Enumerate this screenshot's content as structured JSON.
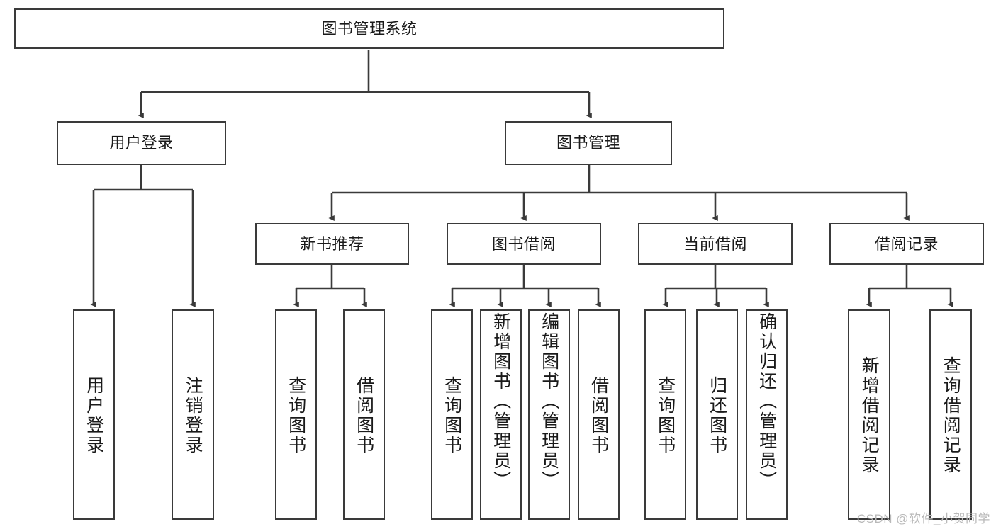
{
  "diagram": {
    "type": "tree-hierarchy",
    "root": {
      "id": "root",
      "label": "图书管理系统"
    },
    "level2": [
      {
        "id": "user-login",
        "label": "用户登录"
      },
      {
        "id": "book-management",
        "label": "图书管理"
      }
    ],
    "level3": [
      {
        "id": "new-book-recommend",
        "label": "新书推荐",
        "parent": "book-management"
      },
      {
        "id": "book-borrow",
        "label": "图书借阅",
        "parent": "book-management"
      },
      {
        "id": "current-borrow",
        "label": "当前借阅",
        "parent": "book-management"
      },
      {
        "id": "borrow-record",
        "label": "借阅记录",
        "parent": "book-management"
      }
    ],
    "leaves": [
      {
        "id": "leaf-user-login",
        "label": "用户登录",
        "parent": "user-login"
      },
      {
        "id": "leaf-logout-login",
        "label": "注销登录",
        "parent": "user-login"
      },
      {
        "id": "leaf-query-book-1",
        "label": "查询图书",
        "parent": "new-book-recommend"
      },
      {
        "id": "leaf-borrow-book-1",
        "label": "借阅图书",
        "parent": "new-book-recommend"
      },
      {
        "id": "leaf-query-book-2",
        "label": "查询图书",
        "parent": "book-borrow"
      },
      {
        "id": "leaf-add-book",
        "label": "新增图书（管理员）",
        "parent": "book-borrow"
      },
      {
        "id": "leaf-edit-book",
        "label": "编辑图书（管理员）",
        "parent": "book-borrow"
      },
      {
        "id": "leaf-borrow-book-2",
        "label": "借阅图书",
        "parent": "book-borrow"
      },
      {
        "id": "leaf-query-book-3",
        "label": "查询图书",
        "parent": "current-borrow"
      },
      {
        "id": "leaf-return-book",
        "label": "归还图书",
        "parent": "current-borrow"
      },
      {
        "id": "leaf-confirm-return",
        "label": "确认归还（管理员）",
        "parent": "current-borrow"
      },
      {
        "id": "leaf-add-record",
        "label": "新增借阅记录",
        "parent": "borrow-record"
      },
      {
        "id": "leaf-query-record",
        "label": "查询借阅记录",
        "parent": "borrow-record"
      }
    ],
    "watermark": "CSDN @软件_小贺同学",
    "colors": {
      "stroke": "#3a3a3a",
      "fill": "#ffffff",
      "text": "#1a1a1a",
      "watermark": "#b9b9b9"
    }
  }
}
